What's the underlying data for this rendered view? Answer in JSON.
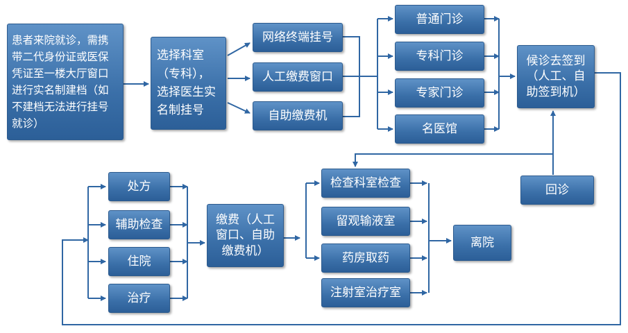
{
  "diagram": {
    "nodes": {
      "arrive": "患者来院就诊，需携带二代身份证或医保凭证至一楼大厅窗口进行实名制建档（如不建档无法进行挂号就诊）",
      "select": "选择科室（专科），选择医生实名制挂号",
      "network": "网络终端挂号",
      "manual": "人工缴费窗口",
      "self": "自助缴费机",
      "general": "普通门诊",
      "special": "专科门诊",
      "expert": "专家门诊",
      "famous": "名医馆",
      "wait": "候诊去签到（人工、自助签到机）",
      "prescription": "处方",
      "auxiliary": "辅助检查",
      "hospital": "住院",
      "treatment": "治疗",
      "payment": "缴费（人工窗口、自助缴费机）",
      "exam": "检查科室检查",
      "observe": "留观输液室",
      "pharmacy": "药房取药",
      "injection": "注射室治疗室",
      "leave": "离院",
      "revisit": "回诊"
    }
  }
}
